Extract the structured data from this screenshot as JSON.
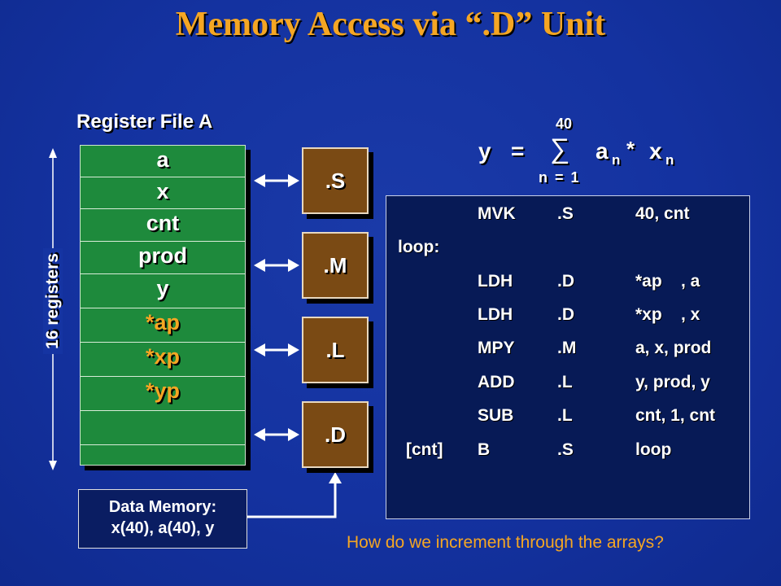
{
  "title": "Memory Access via “.D” Unit",
  "register_file": {
    "heading": "Register File A",
    "side_label": "16 registers",
    "rows": [
      "a",
      "x",
      "cnt",
      "prod",
      "y",
      "*ap",
      "*xp",
      "*yp",
      "",
      ""
    ]
  },
  "units": [
    ".S",
    ".M",
    ".L",
    ".D"
  ],
  "equation": {
    "upper_limit": "40",
    "lhs": "y",
    "equals": "=",
    "sigma": "∑",
    "term_a": "a",
    "sub_a": "n",
    "times": "*",
    "term_x": "x",
    "sub_x": "n",
    "lower_limit": "n = 1"
  },
  "program": [
    {
      "label": "",
      "op": "MVK",
      "unit": ".S",
      "args": "40, cnt"
    },
    {
      "label": "loop:",
      "op": "",
      "unit": "",
      "args": ""
    },
    {
      "label": "",
      "op": "LDH",
      "unit": ".D",
      "args": "*ap    , a"
    },
    {
      "label": "",
      "op": "LDH",
      "unit": ".D",
      "args": "*xp    , x"
    },
    {
      "label": "",
      "op": "MPY",
      "unit": ".M",
      "args": "a, x, prod"
    },
    {
      "label": "",
      "op": "ADD",
      "unit": ".L",
      "args": "y, prod, y"
    },
    {
      "label": "",
      "op": "SUB",
      "unit": ".L",
      "args": "cnt, 1, cnt"
    },
    {
      "label": "[cnt]",
      "op": "B",
      "unit": ".S",
      "args": "loop"
    }
  ],
  "data_memory": {
    "line1": "Data Memory:",
    "line2": "x(40), a(40), y"
  },
  "question": "How do we increment through the arrays?",
  "colors": {
    "background": "#1432a0",
    "title": "#f5a623",
    "register_fill": "#1e8a3c",
    "unit_fill": "#7a4a14",
    "pointer_text": "#f5a623",
    "panel_fill": "#071a56"
  }
}
